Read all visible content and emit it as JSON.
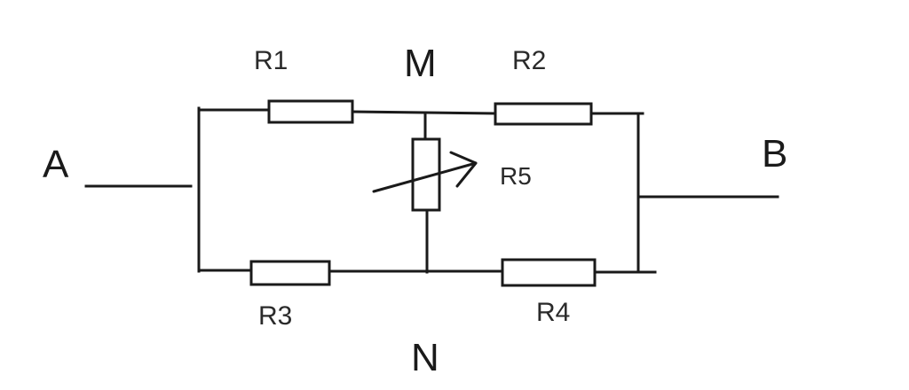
{
  "diagram": {
    "terminals": {
      "a": "A",
      "b": "B"
    },
    "nodes": {
      "m": "M",
      "n": "N"
    },
    "resistors": {
      "r1": "R1",
      "r2": "R2",
      "r3": "R3",
      "r4": "R4",
      "r5": "R5"
    },
    "stroke_color": "#1a1a1a",
    "background_color": "#ffffff"
  }
}
